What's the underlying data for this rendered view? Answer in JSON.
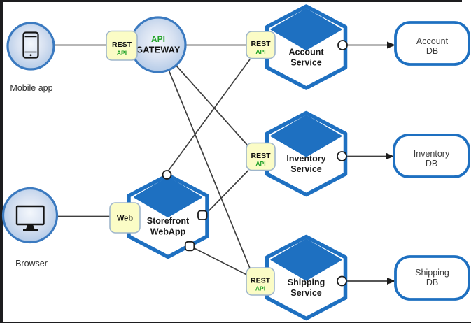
{
  "clients": [
    {
      "label": "Mobile app",
      "icon": "smartphone-icon"
    },
    {
      "label": "Browser",
      "icon": "monitor-icon"
    }
  ],
  "gateway": {
    "line1": "API",
    "line2": "GATEWAY"
  },
  "webapp": {
    "line1": "Storefront",
    "line2": "WebApp"
  },
  "services": [
    {
      "line1": "Account",
      "line2": "Service"
    },
    {
      "line1": "Inventory",
      "line2": "Service"
    },
    {
      "line1": "Shipping",
      "line2": "Service"
    }
  ],
  "databases": [
    {
      "line1": "Account",
      "line2": "DB"
    },
    {
      "line1": "Inventory",
      "line2": "DB"
    },
    {
      "line1": "Shipping",
      "line2": "DB"
    }
  ],
  "interfaces": {
    "rest": "REST",
    "api": "API",
    "web": "Web"
  },
  "colors": {
    "node_blue": "#1e70c1",
    "interface_yellow": "#fbfcc6",
    "interface_border": "#9fb6cb",
    "api_green": "#24a32a",
    "edge_line": "#3f3f3f"
  }
}
